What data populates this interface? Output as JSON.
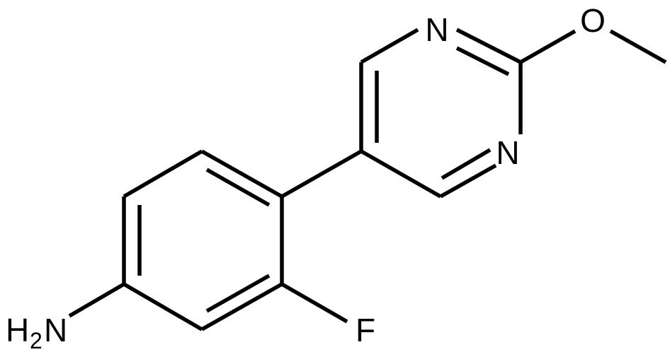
{
  "structure": {
    "atoms": {
      "n_top": "N",
      "n_right": "N",
      "o_methoxy": "O",
      "f": "F",
      "amine_h": "H",
      "amine_sub": "2",
      "amine_n": "N"
    },
    "colors": {
      "ink": "#000000",
      "background": "#ffffff"
    }
  }
}
